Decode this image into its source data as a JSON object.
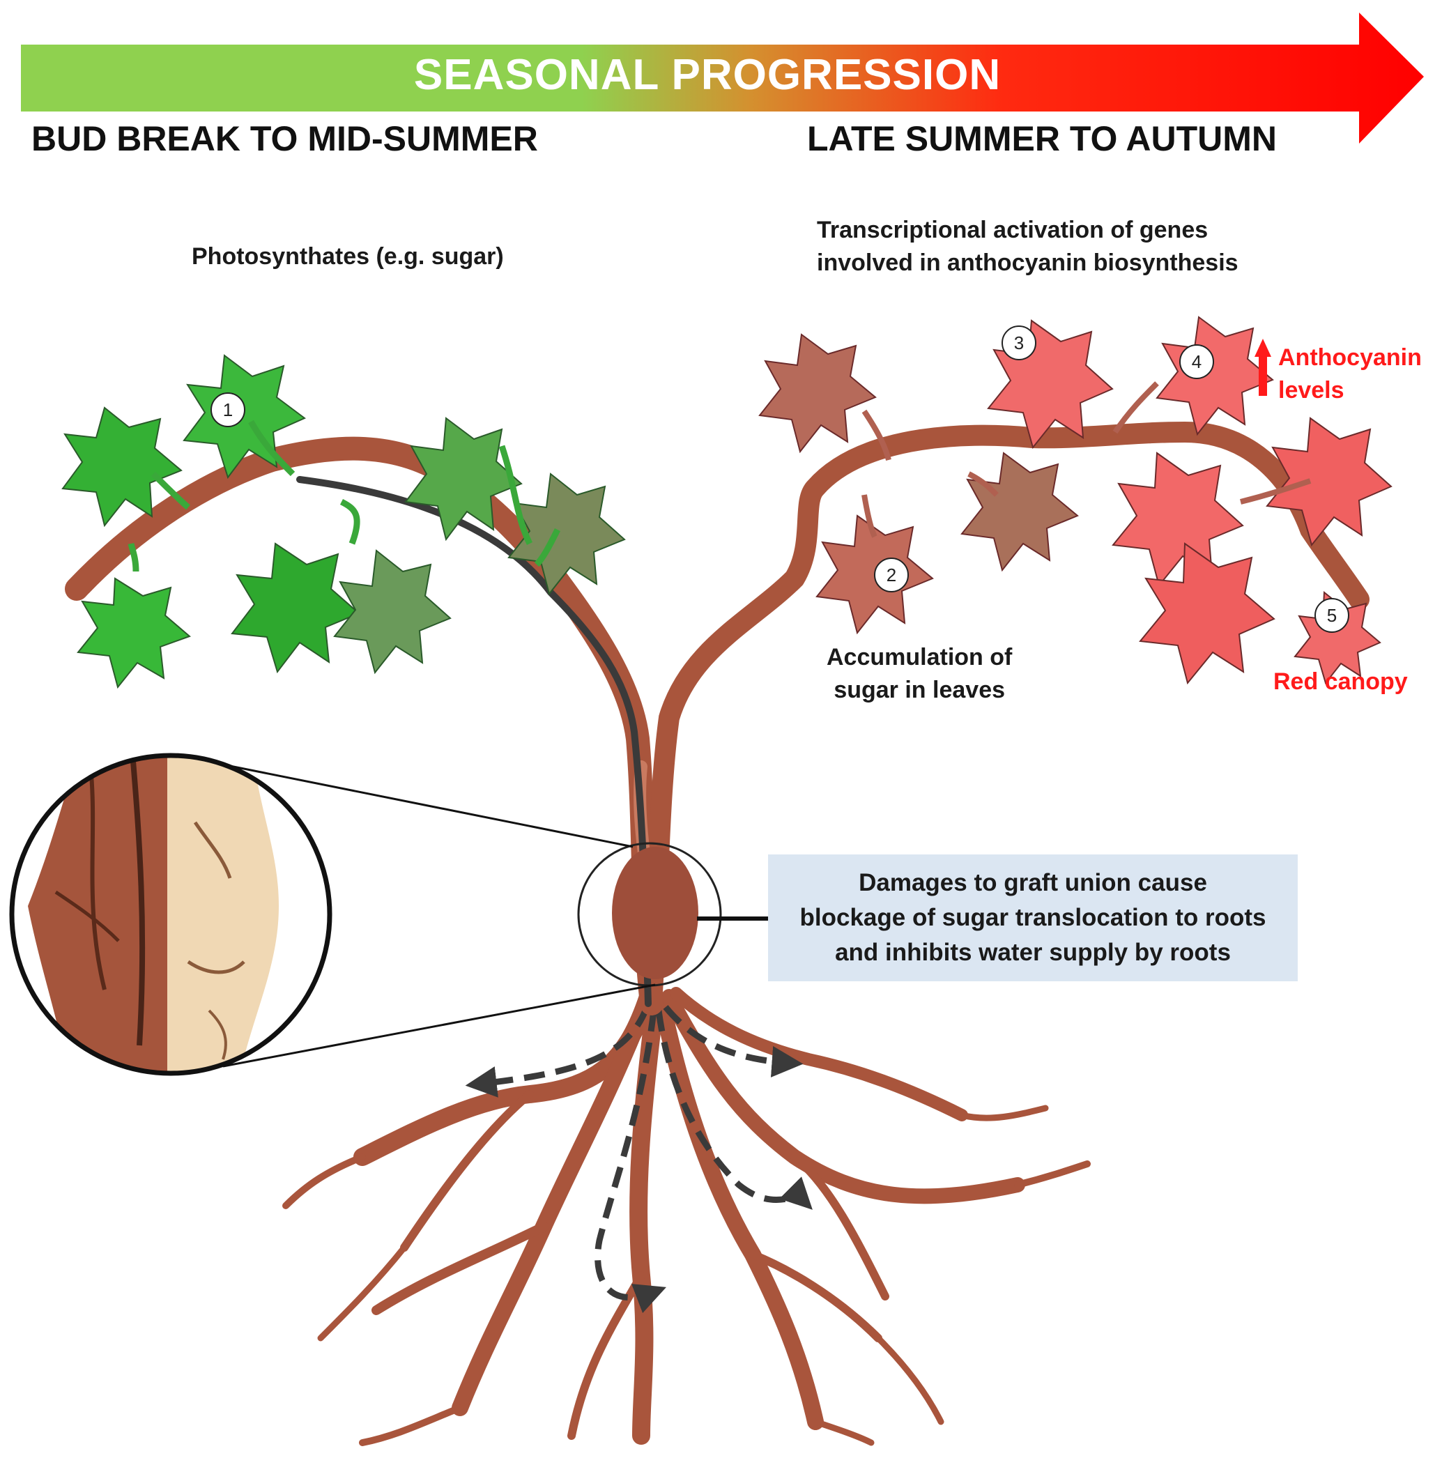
{
  "banner": {
    "title": "SEASONAL PROGRESSION",
    "gradient_start": "#8fd14f",
    "gradient_end": "#ff0000"
  },
  "phases": {
    "left": "BUD BREAK TO MID-SUMMER",
    "right": "LATE SUMMER TO AUTUMN"
  },
  "annotations": {
    "photosynthates": "Photosynthates (e.g. sugar)",
    "transcription_line1": "Transcriptional activation of genes",
    "transcription_line2": "involved in anthocyanin biosynthesis",
    "anthocyanin_line1": "Anthocyanin",
    "anthocyanin_line2": "levels",
    "accumulation_line1": "Accumulation of",
    "accumulation_line2": "sugar in leaves",
    "red_canopy": "Red canopy"
  },
  "graft_box": {
    "text": "Damages to graft union cause\nblockage of sugar translocation to roots\nand inhibits water supply by roots"
  },
  "markers": [
    "1",
    "2",
    "3",
    "4",
    "5"
  ],
  "colors": {
    "green_leaf": "#3cb83c",
    "red_leaf": "#f0606a",
    "bark": "#a9553c",
    "flow_line": "#3a3a3a",
    "accent_red": "#ff1a1a",
    "box_bg": "#dbe6f2"
  }
}
